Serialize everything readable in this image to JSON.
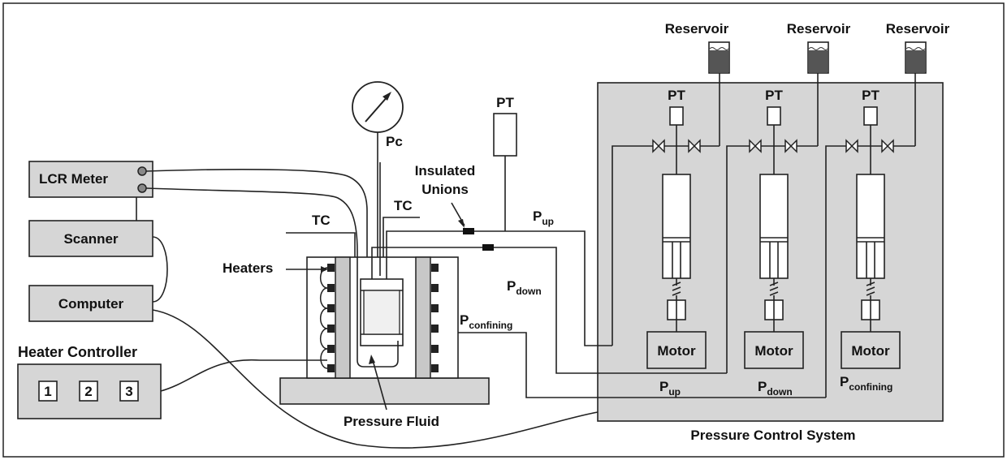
{
  "labels": {
    "reservoir": "Reservoir",
    "pt": "PT",
    "pc": "Pc",
    "insulated_unions_1": "Insulated",
    "insulated_unions_2": "Unions",
    "tc": "TC",
    "lcr_meter": "LCR Meter",
    "scanner": "Scanner",
    "computer": "Computer",
    "heaters": "Heaters",
    "heater_controller": "Heater Controller",
    "ctrl_1": "1",
    "ctrl_2": "2",
    "ctrl_3": "3",
    "p": "P",
    "up": "up",
    "down": "down",
    "confining": "confining",
    "motor": "Motor",
    "pressure_fluid": "Pressure Fluid",
    "pressure_control_system": "Pressure Control System"
  }
}
